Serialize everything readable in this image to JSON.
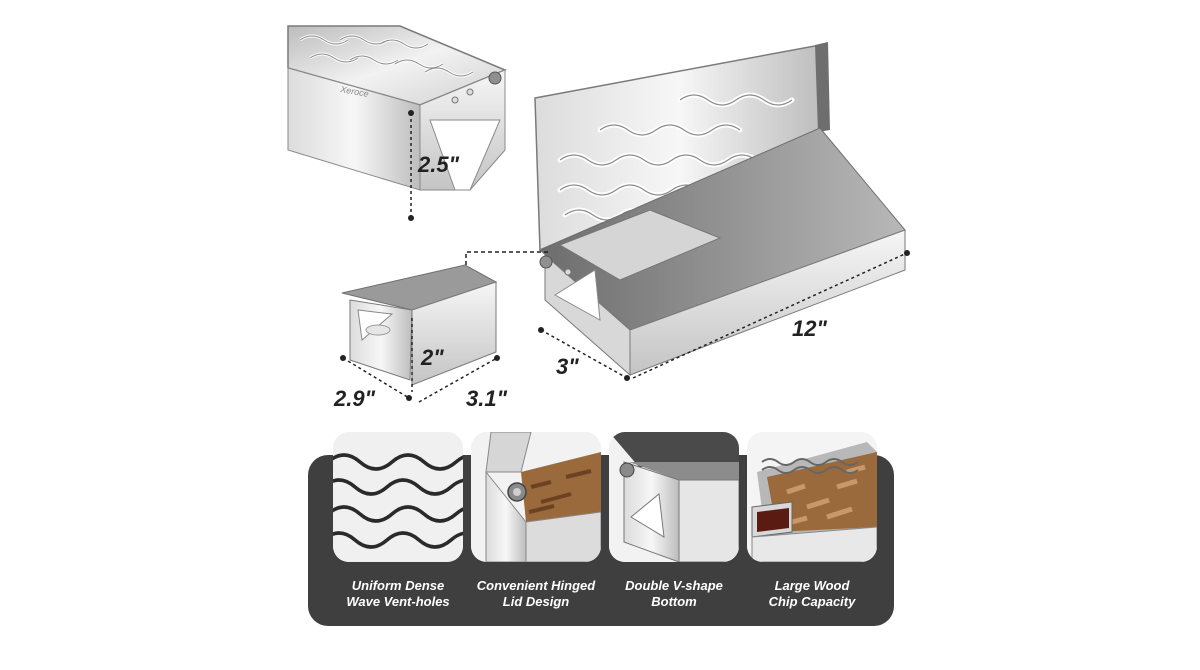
{
  "dimensions": {
    "lid_height": "2.5\"",
    "length": "12\"",
    "width": "3\"",
    "cube_height": "2\"",
    "cube_depth": "2.9\"",
    "cube_width": "3.1\""
  },
  "brand_engraving": "Xeroce",
  "features": [
    {
      "line1": "Uniform Dense",
      "line2": "Wave Vent-holes"
    },
    {
      "line1": "Convenient Hinged",
      "line2": "Lid Design"
    },
    {
      "line1": "Double V-shape",
      "line2": "Bottom"
    },
    {
      "line1": "Large Wood",
      "line2": "Chip Capacity"
    }
  ],
  "colors": {
    "steel_light": "#ececec",
    "steel_mid": "#c9c9c9",
    "steel_dark": "#8c8c8c",
    "band": "#3f3f3f",
    "text": "#222222",
    "wood": "#9b6a3c"
  }
}
